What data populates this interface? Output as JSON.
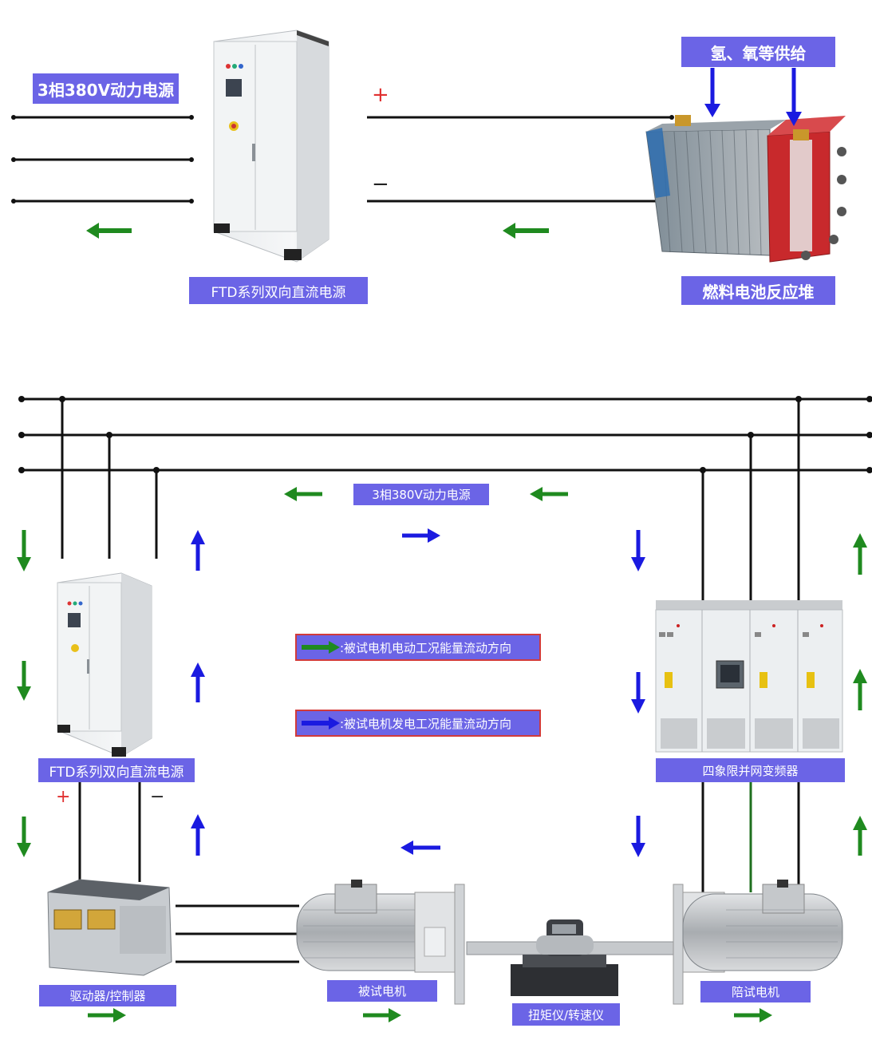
{
  "top": {
    "power_in_label": "3相380V动力电源",
    "dc_supply_label": "FTD系列双向直流电源",
    "h2_o2_label": "氢、氧等供给",
    "fuel_cell_label": "燃料电池反应堆",
    "plus_sign": "+",
    "minus_sign": "−"
  },
  "bottom": {
    "power_label": "3相380V动力电源",
    "dc_supply_label": "FTD系列双向直流电源",
    "legend_motoring": ":被试电机电动工况能量流动方向",
    "legend_generating": ":被试电机发电工况能量流动方向",
    "vfd_label": "四象限并网变频器",
    "driver_label": "驱动器/控制器",
    "test_motor_label": "被试电机",
    "torque_label": "扭矩仪/转速仪",
    "load_motor_label": "陪试电机",
    "plus_sign": "+",
    "minus_sign": "−"
  },
  "colors": {
    "label_bg": "#6b64e6",
    "green_arrow": "#1f8a1f",
    "blue_arrow": "#1a1ae0",
    "wire": "#111111",
    "plus": "#e03030"
  }
}
